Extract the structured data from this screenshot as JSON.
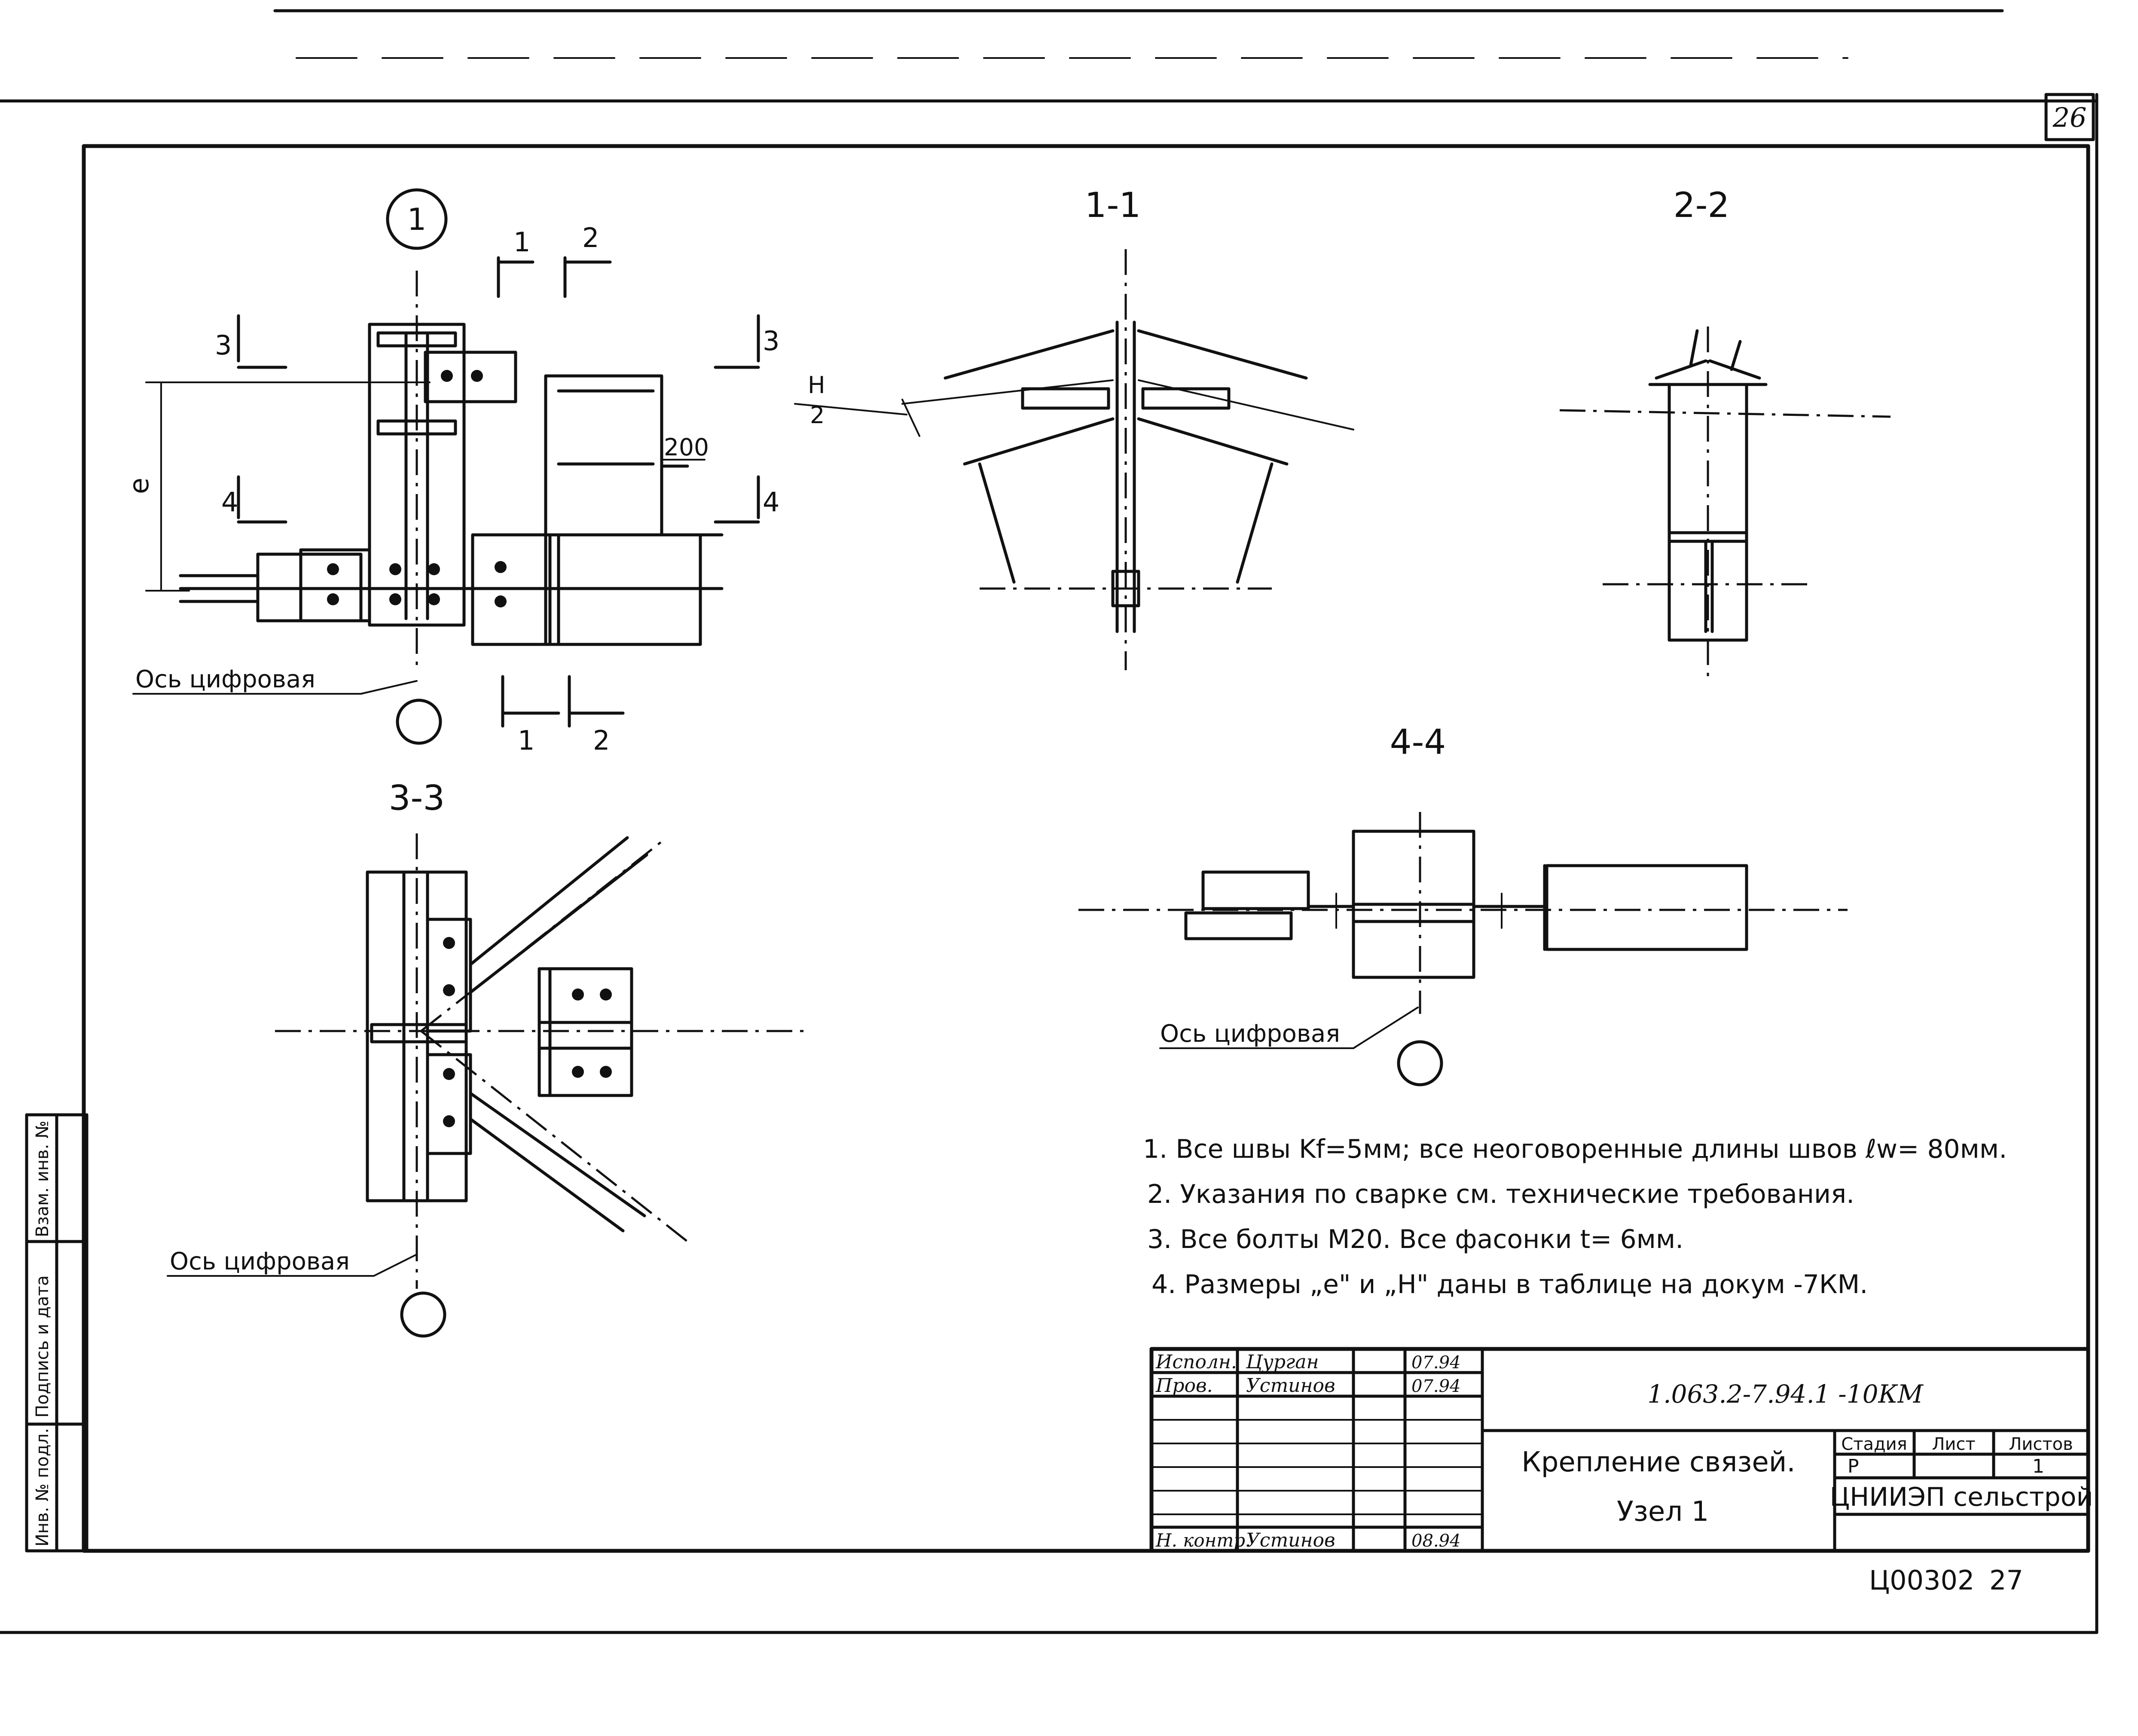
{
  "sheet": {
    "corner_number": "26",
    "bottom_code": "Ц00302",
    "bottom_page": "27"
  },
  "views": {
    "node_label": "1",
    "section_1_1": "1-1",
    "section_2_2": "2-2",
    "section_3_3": "3-3",
    "section_4_4": "4-4",
    "cut_1": "1",
    "cut_2": "2",
    "cut_3": "3",
    "cut_4": "4",
    "dim_e": "e",
    "dim_200": "200",
    "dim_h": "H",
    "dim_h_den": "2",
    "axis_label": "Ось цифровая"
  },
  "notes": [
    "1. Все швы Kf=5мм; все неоговоренные длины швов ℓw= 80мм.",
    "2. Указания по сварке см. технические требования.",
    "3. Все болты М20. Все фасонки t= 6мм.",
    "4. Размеры „е\" и „Н\" даны в таблице на докум -7КМ."
  ],
  "side_stamp": {
    "inv_podl": "Инв. № подл.",
    "podpis": "Подпись и дата",
    "vzam": "Взам. инв. №"
  },
  "title_block": {
    "role1": "Исполн.",
    "name1": "Цурган",
    "date1": "07.94",
    "role2": "Пров.",
    "name2": "Устинов",
    "date2": "07.94",
    "role3": "Н. контр.",
    "name3": "Устинов",
    "date3": "08.94",
    "doc_code": "1.063.2-7.94.1 -10КМ",
    "title_line1": "Крепление связей.",
    "title_line2": "Узел 1",
    "stage_h": "Стадия",
    "sheet_h": "Лист",
    "sheets_h": "Листов",
    "stage_v": "Р",
    "sheets_v": "1",
    "org": "ЦНИИЭП сельстрой"
  }
}
